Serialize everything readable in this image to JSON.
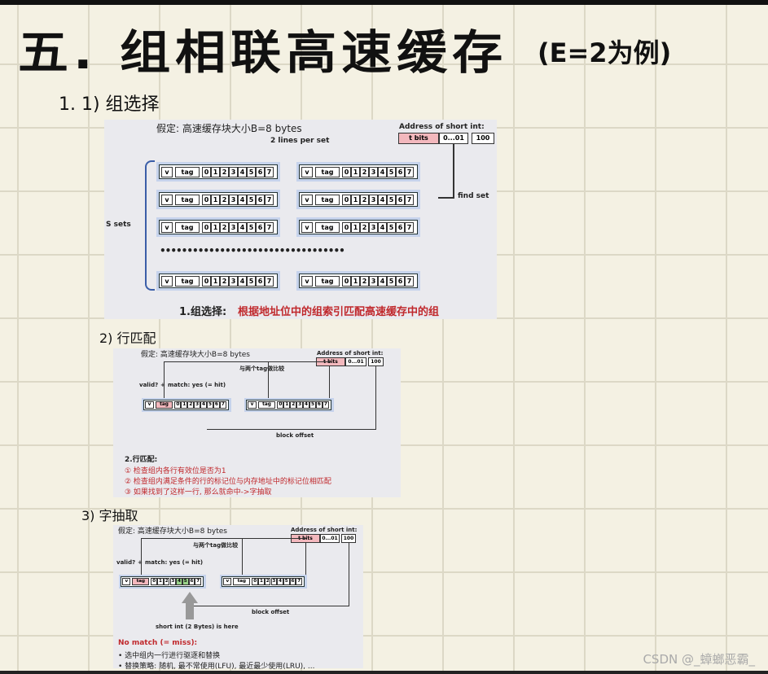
{
  "title": "五. 组相联高速缓存",
  "title_note": "(E=2为例)",
  "section1": "1. 1) 组选择",
  "section2": "2) 行匹配",
  "section3": "3) 字抽取",
  "slide1": {
    "assume": "假定: 高速缓存块大小B=8 bytes",
    "address_label": "Address of short int:",
    "tbits": "t bits",
    "mid": "0...01",
    "off": "100",
    "lines_per_set": "2 lines per set",
    "s_sets": "S sets",
    "find_set": "find set",
    "dots": "••••••••••••••••••••••••••••••••••",
    "v": "v",
    "tag": "tag",
    "digits": [
      "0",
      "1",
      "2",
      "3",
      "4",
      "5",
      "6",
      "7"
    ],
    "caption_prefix": "1.组选择:",
    "caption_red": "根据地址位中的组索引匹配高速缓存中的组"
  },
  "slide2": {
    "assume": "假定: 高速缓存块大小B=8 bytes",
    "address_label": "Address of short int:",
    "tbits": "t bits",
    "mid": "0...01",
    "off": "100",
    "compare": "与两个tag做比较",
    "valid": "valid?",
    "plus": "+",
    "match": "match: yes (= hit)",
    "block_offset": "block offset",
    "v": "v",
    "tag": "tag",
    "digits": [
      "0",
      "1",
      "2",
      "3",
      "4",
      "5",
      "6",
      "7"
    ],
    "caption_title": "2.行匹配:",
    "steps": [
      "① 检查组内各行有效位是否为1",
      "② 检查组内满足条件的行的标记位与内存地址中的标记位相匹配",
      "③ 如果找到了这样一行, 那么就命中->字抽取"
    ]
  },
  "slide3": {
    "assume": "假定: 高速缓存块大小B=8 bytes",
    "address_label": "Address of short int:",
    "tbits": "t bits",
    "mid": "0...01",
    "off": "100",
    "compare": "与两个tag做比较",
    "valid": "valid?",
    "plus": "+",
    "match": "match: yes (= hit)",
    "block_offset": "block offset",
    "short_int": "short int (2 Bytes) is here",
    "v": "v",
    "tag": "tag",
    "digits": [
      "0",
      "1",
      "2",
      "3",
      "4",
      "5",
      "6",
      "7"
    ],
    "no_match": "No match (= miss):",
    "bullets": [
      "• 选中组内一行进行驱逐和替换",
      "• 替换策略: 随机, 最不常使用(LFU), 最近最少使用(LRU), ..."
    ]
  },
  "watermark": "CSDN @_蟑螂恶霸_",
  "colors": {
    "pink": "#f3b8bd",
    "red": "#c0282c",
    "blue": "#c6d3ec",
    "green": "#9ad38a"
  }
}
